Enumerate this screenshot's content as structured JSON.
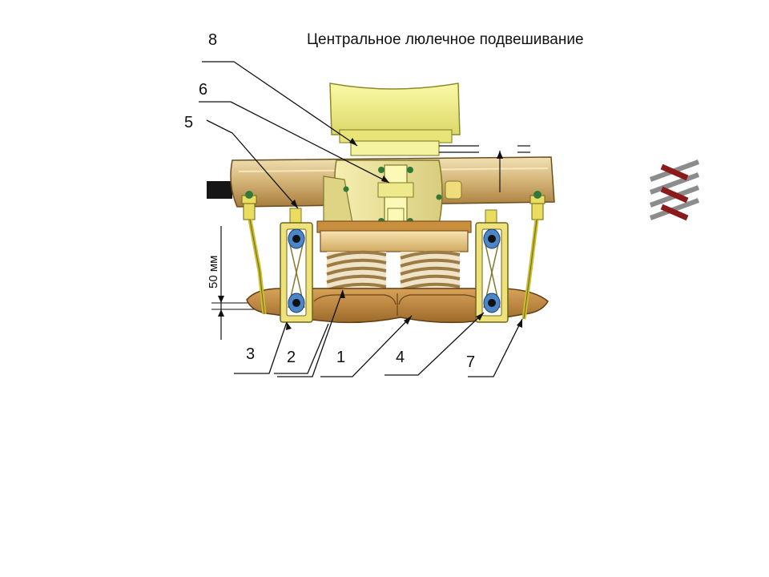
{
  "title": "Центральное люлечное подвешивание",
  "dimension_label": "50 мм",
  "callouts": {
    "c8": "8",
    "c6": "6",
    "c5": "5",
    "c3": "3",
    "c2": "2",
    "c1": "1",
    "c4": "4",
    "c7": "7"
  },
  "colors": {
    "frame": "#d8b879",
    "bolster": "#b98436",
    "pivot": "#f2f08e",
    "spring": "#d9b77b",
    "hanger": "#e4d84a",
    "bushing": "#4b86c9",
    "corner_icon_red": "#8b1a1a",
    "corner_icon_grey": "#8c8c8c"
  },
  "corner_icon": "hatch-icon"
}
